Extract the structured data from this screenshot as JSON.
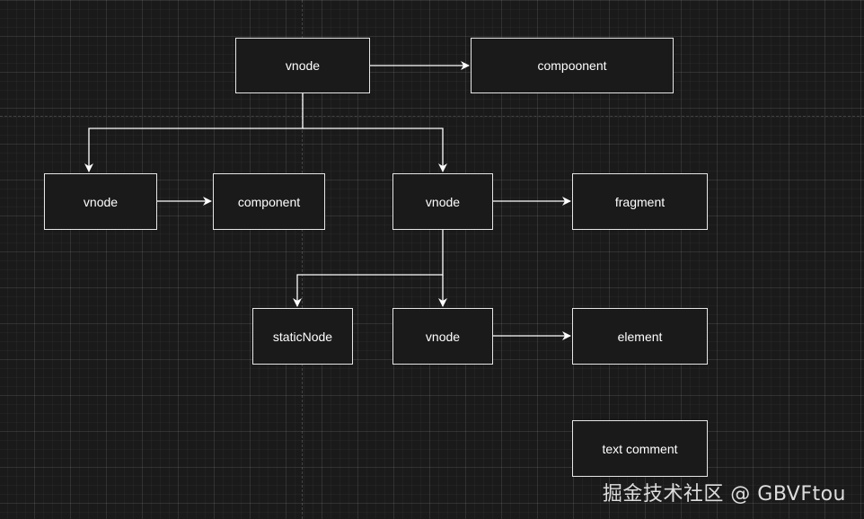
{
  "nodes": {
    "root": "vnode",
    "root_component": "compoonent",
    "left_vnode": "vnode",
    "left_component": "component",
    "mid_vnode": "vnode",
    "mid_fragment": "fragment",
    "static_node": "staticNode",
    "low_vnode": "vnode",
    "low_element": "element",
    "text_comment": "text comment"
  },
  "watermark": "掘金技术社区 @ GBVFtou",
  "colors": {
    "background": "#1a1a1a",
    "node_border": "#e6e6e6",
    "edge": "#ffffff",
    "text": "#ffffff"
  }
}
